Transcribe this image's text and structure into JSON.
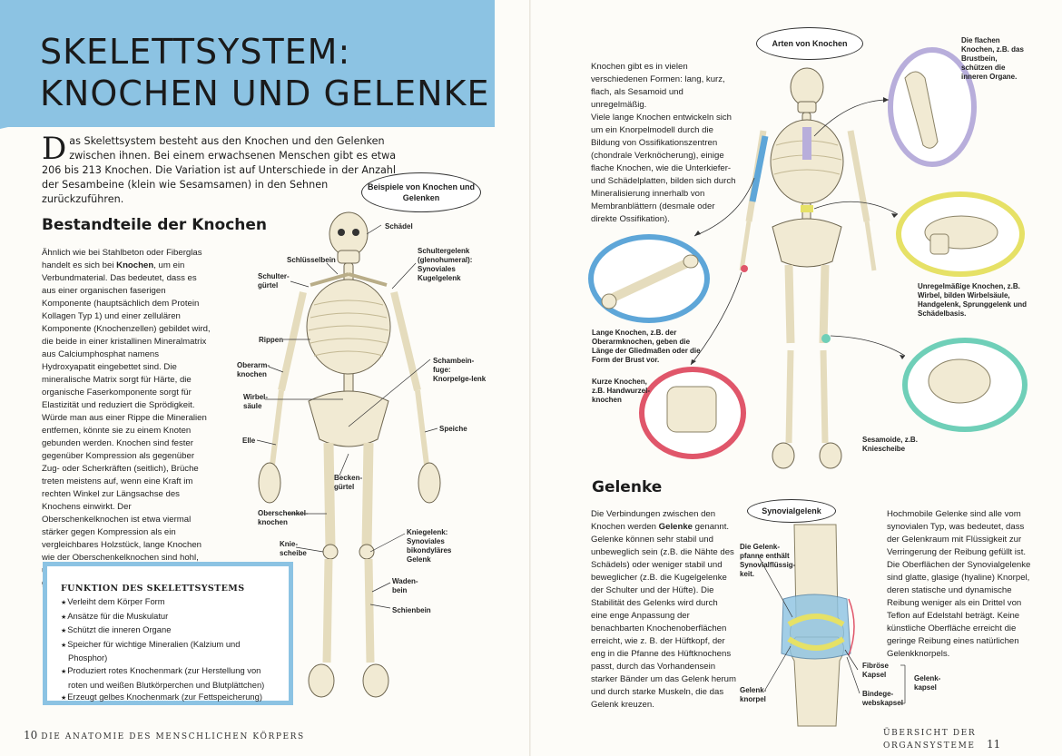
{
  "left_page": {
    "title_line1": "SKELETTSYSTEM:",
    "title_line2": "KNOCHEN UND GELENKE",
    "intro_dropcap": "D",
    "intro_text": "as Skelettsystem besteht aus den Knochen und den Gelenken zwischen ihnen. Bei einem erwachsenen Menschen gibt es etwa 206 bis 213 Knochen. Die Variation ist auf Unterschiede in der Anzahl der Sesambeine (klein wie Sesamsamen) in den Sehnen zurückzuführen.",
    "section_title": "Bestandteile der Knochen",
    "body_part1": "Ähnlich wie bei Stahlbeton oder Fiberglas handelt es sich bei ",
    "body_bold": "Knochen",
    "body_part2": ", um ein Verbundmaterial. Das bedeutet, dass es aus einer organischen faserigen Komponente (hauptsächlich dem Protein Kollagen Typ 1) und einer zellulären Komponente (Knochenzellen) gebildet wird, die beide in einer kristallinen Mineralmatrix aus Calciumphosphat namens Hydroxyapatit eingebettet sind. Die mineralische Matrix sorgt für Härte, die organische Faserkomponente sorgt für Elastizität und reduziert die Sprödigkeit. Würde man aus einer Rippe die Mineralien entfernen, könnte sie zu einem Knoten gebunden werden. Knochen sind fester gegenüber Kompression als gegenüber Zug- oder Scherkräften (seitlich), Brüche treten meistens auf, wenn eine Kraft im rechten Winkel zur Längsachse des Knochens einwirkt. Der Oberschenkelknochen ist etwa viermal stärker gegen Kompression als ein vergleichbares Holzstück, lange Knochen wie der Oberschenkelknochen sind hohl, um die Festigkeit zu maximieren und gleichzeitig das Gewicht zu minimieren.",
    "callout": "Beispiele von Knochen und Gelenken",
    "labels": {
      "schaedel": "Schädel",
      "schluesselbein": "Schlüsselbein",
      "schultergelenk": "Schultergelenk (glenohumeral): Synoviales Kugelgelenk",
      "schultergürtel": "Schulter-gürtel",
      "rippen": "Rippen",
      "oberarmknochen": "Oberarm-knochen",
      "schambeinfuge": "Schambein-fuge: Knorpelge-lenk",
      "wirbelsaeule": "Wirbel-säule",
      "speiche": "Speiche",
      "elle": "Elle",
      "beckenguertel": "Becken-gürtel",
      "oberschenkelknochen": "Oberschenkel-knochen",
      "kniegelenk": "Kniegelenk: Synoviales bikondyläres Gelenk",
      "kniescheibe": "Knie-scheibe",
      "wadenbein": "Waden-bein",
      "schienbein": "Schienbein"
    },
    "funktion": {
      "title": "FUNKTION DES SKELETTSYSTEMS",
      "items": [
        "Verleiht dem Körper Form",
        "Ansätze für die Muskulatur",
        "Schützt die inneren Organe",
        "Speicher für wichtige Mineralien (Kalzium und Phosphor)",
        "Produziert rotes Knochenmark (zur Herstellung von roten und weißen Blutkörperchen und Blutplättchen)",
        "Erzeugt gelbes Knochenmark (zur Fettspeicherung)"
      ]
    },
    "page_number": "10",
    "footer": "DIE ANATOMIE DES MENSCHLICHEN KÖRPERS"
  },
  "right_page": {
    "callout": "Arten von Knochen",
    "intro_text": "Knochen gibt es in vielen verschiedenen Formen: lang, kurz, flach, als Sesamoid und unregelmäßig.",
    "body_text": "Viele lange Knochen entwickeln sich um ein Knorpelmodell durch die Bildung von Ossifikationszentren (chondrale Verknöcherung), einige flache Knochen, wie die Unterkiefer- und Schädelplatten, bilden sich durch Mineralisierung innerhalb von Membranblättern (desmale oder direkte Ossifikation).",
    "labels": {
      "flach": "Die flachen Knochen, z.B. das Brustbein, schützen die inneren Organe.",
      "lang": "Lange Knochen, z.B. der Oberarmknochen, geben die Länge der Gliedmaßen oder die Form der Brust vor.",
      "kurz": "Kurze Knochen, z.B. Handwurzel-knochen",
      "unregelmaessig": "Unregelmäßige Knochen, z.B. Wirbel, bilden Wirbelsäule, Handgelenk, Sprunggelenk und Schädelbasis.",
      "sesamoid": "Sesamoide, z.B. Kniescheibe"
    },
    "gelenke_title": "Gelenke",
    "gelenke_part1": "Die Verbindungen zwischen den Knochen werden ",
    "gelenke_bold": "Gelenke",
    "gelenke_part2": " genannt. Gelenke können sehr stabil und unbeweglich sein (z.B. die Nähte des Schädels) oder weniger stabil und beweglicher (z.B. die Kugelgelenke der Schulter und der Hüfte). Die Stabilität des Gelenks wird durch eine enge Anpassung der benachbarten Knochenoberflächen erreicht, wie z. B. der Hüftkopf, der eng in die Pfanne des Hüftknochens passt, durch das Vorhandensein starker Bänder um das Gelenk herum und durch starke Muskeln, die das Gelenk kreuzen.",
    "synovial_callout": "Synovialgelenk",
    "synovial_labels": {
      "pfanne": "Die Gelenk-pfanne enthält Synovialflüssig-keit.",
      "fibroese": "Fibröse Kapsel",
      "gelenkknorpel": "Gelenk-knorpel",
      "bindegewebskapsel": "Bindege-webskapsel",
      "gelenkkapsel": "Gelenk-kapsel"
    },
    "side_text": "Hochmobile Gelenke sind alle vom synovialen Typ, was bedeutet, dass der Gelenkraum mit Flüssigkeit zur Verringerung der Reibung gefüllt ist. Die Oberflächen der Synovialgelenke sind glatte, glasige (hyaline) Knorpel, deren statische und dynamische Reibung weniger als ein Drittel von Teflon auf Edelstahl beträgt. Keine künstliche Oberfläche erreicht die geringe Reibung eines natürlichen Gelenkknorpels.",
    "page_number": "11",
    "footer": "ÜBERSICHT DER ORGANSYSTEME"
  },
  "colors": {
    "banner": "#8cc3e3",
    "flat": "#b8aedb",
    "long": "#5ea6d8",
    "short": "#e0566a",
    "irregular": "#e6e166",
    "sesamoid": "#6fcfb8",
    "bone": "#f1ead3"
  }
}
